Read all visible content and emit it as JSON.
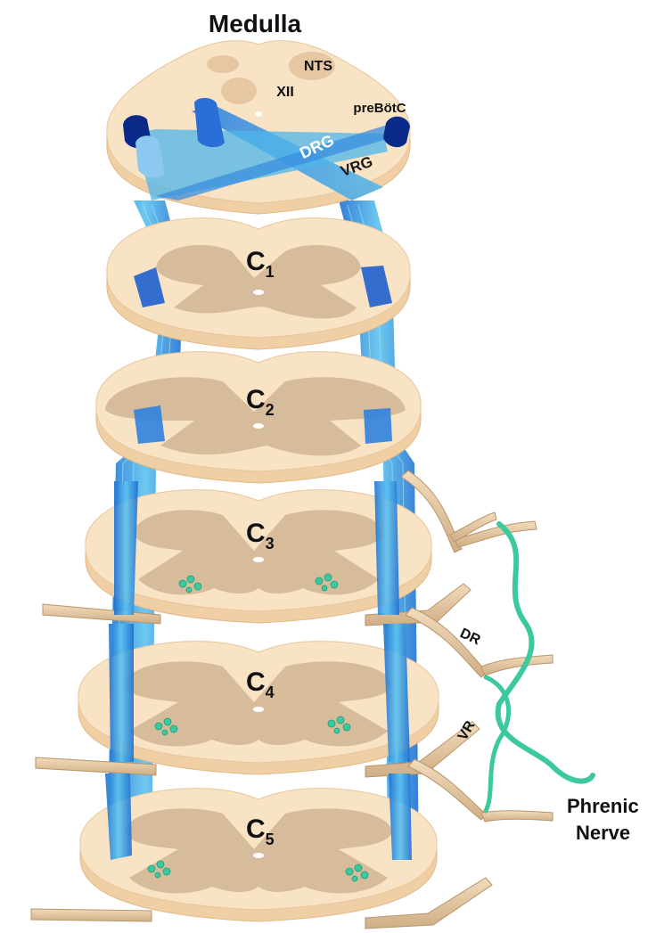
{
  "title": "Medulla",
  "nuclei": {
    "nts": "NTS",
    "xii": "XII",
    "prebotc": "preBötC",
    "drg": "DRG",
    "vrg": "VRG"
  },
  "segments": [
    {
      "letter": "C",
      "number": "1"
    },
    {
      "letter": "C",
      "number": "2"
    },
    {
      "letter": "C",
      "number": "3"
    },
    {
      "letter": "C",
      "number": "4"
    },
    {
      "letter": "C",
      "number": "5"
    }
  ],
  "roots": {
    "dorsal": "DR",
    "ventral": "VR"
  },
  "nerve": {
    "line1": "Phrenic",
    "line2": "Nerve"
  },
  "colors": {
    "white_matter": "#f8e3c4",
    "white_matter_edge": "#e8c69c",
    "gray_matter": "#d6bc9a",
    "drg_dark": "#0a2a8a",
    "drg_mid": "#2a6fd6",
    "vrg_light": "#8cc8f0",
    "tract_blue": "#3a9ee0",
    "motoneuron_green": "#3cc9a0",
    "root": "#e2c9a4"
  }
}
